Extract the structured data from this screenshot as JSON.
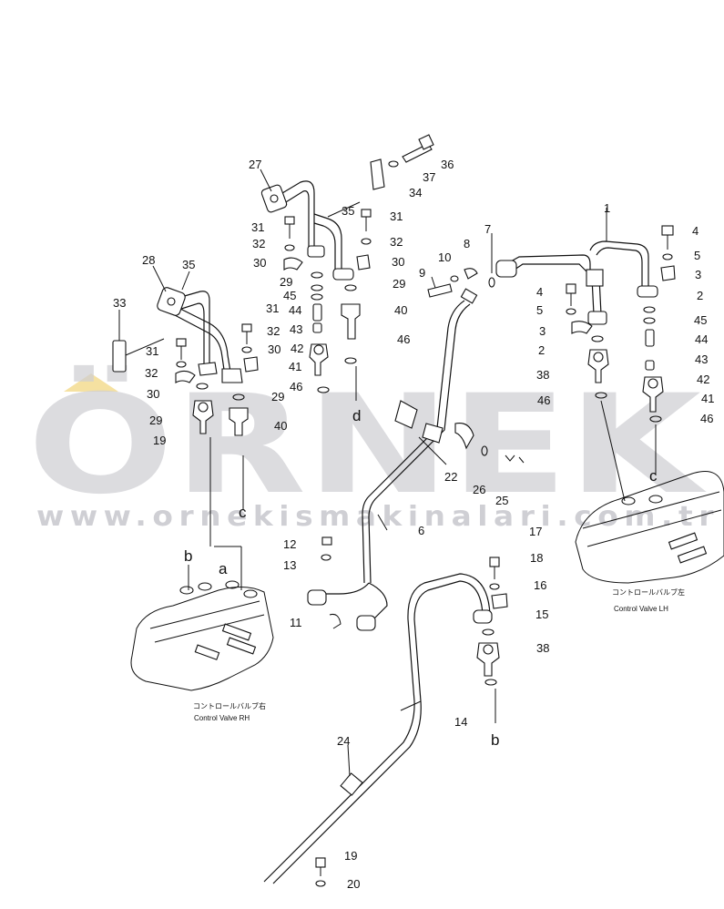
{
  "watermark": {
    "text": "ÖRNEK",
    "url": "www.ornekismakinalari.com.tr"
  },
  "captions": {
    "rh_jp": "コントロールバルブ右",
    "rh_en": "Control Valve RH",
    "lh_jp": "コントロールバルブ左",
    "lh_en": "Control Valve LH"
  },
  "letters": [
    "a",
    "b",
    "c",
    "d",
    "b",
    "c"
  ],
  "labels": [
    "1",
    "2",
    "2",
    "3",
    "3",
    "4",
    "4",
    "5",
    "5",
    "6",
    "7",
    "8",
    "9",
    "10",
    "11",
    "12",
    "13",
    "14",
    "15",
    "16",
    "17",
    "18",
    "19",
    "19",
    "20",
    "22",
    "24",
    "25",
    "26",
    "27",
    "28",
    "29",
    "29",
    "29",
    "29",
    "30",
    "30",
    "30",
    "30",
    "31",
    "31",
    "31",
    "31",
    "32",
    "32",
    "32",
    "32",
    "33",
    "34",
    "35",
    "35",
    "36",
    "37",
    "38",
    "38",
    "40",
    "40",
    "41",
    "41",
    "42",
    "42",
    "43",
    "43",
    "44",
    "44",
    "45",
    "45",
    "46",
    "46",
    "46",
    "46"
  ],
  "colors": {
    "line": "#111111",
    "watermark": "#cfcfd4",
    "accent": "#f2d98a"
  }
}
